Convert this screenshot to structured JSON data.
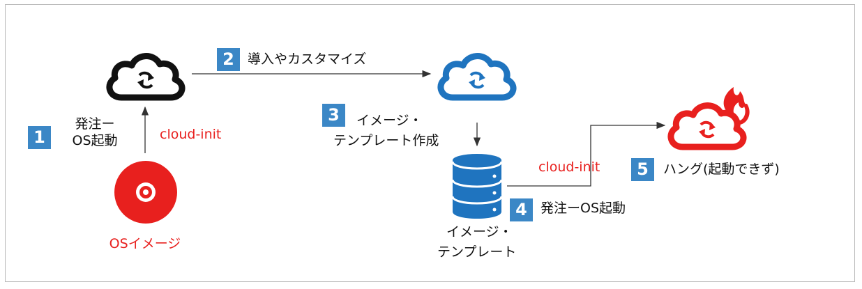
{
  "steps": [
    {
      "number": "1",
      "label_lines": [
        "発注ー",
        "OS起動"
      ]
    },
    {
      "number": "2",
      "label_lines": [
        "導入やカスタマイズ"
      ]
    },
    {
      "number": "3",
      "label_lines": [
        "イメージ・",
        "テンプレート作成"
      ]
    },
    {
      "number": "4",
      "label_lines": [
        "発注ーOS起動"
      ]
    },
    {
      "number": "5",
      "label_lines": [
        "ハング(起動できず)"
      ]
    }
  ],
  "labels": {
    "cloud_init_1": "cloud-init",
    "cloud_init_2": "cloud-init",
    "os_image": "OSイメージ",
    "template_line1": "イメージ・",
    "template_line2": "テンプレート"
  },
  "icons": {
    "cloud_initial": "sync-cloud-icon",
    "cloud_customized": "sync-cloud-icon",
    "cloud_hung": "burning-sync-cloud-icon",
    "os_image": "disc-icon",
    "template": "database-icon"
  },
  "colors": {
    "accent_blue": "#3b87c6",
    "cloud_blue": "#1f74bf",
    "alert_red": "#e8201e",
    "black": "#111111"
  }
}
